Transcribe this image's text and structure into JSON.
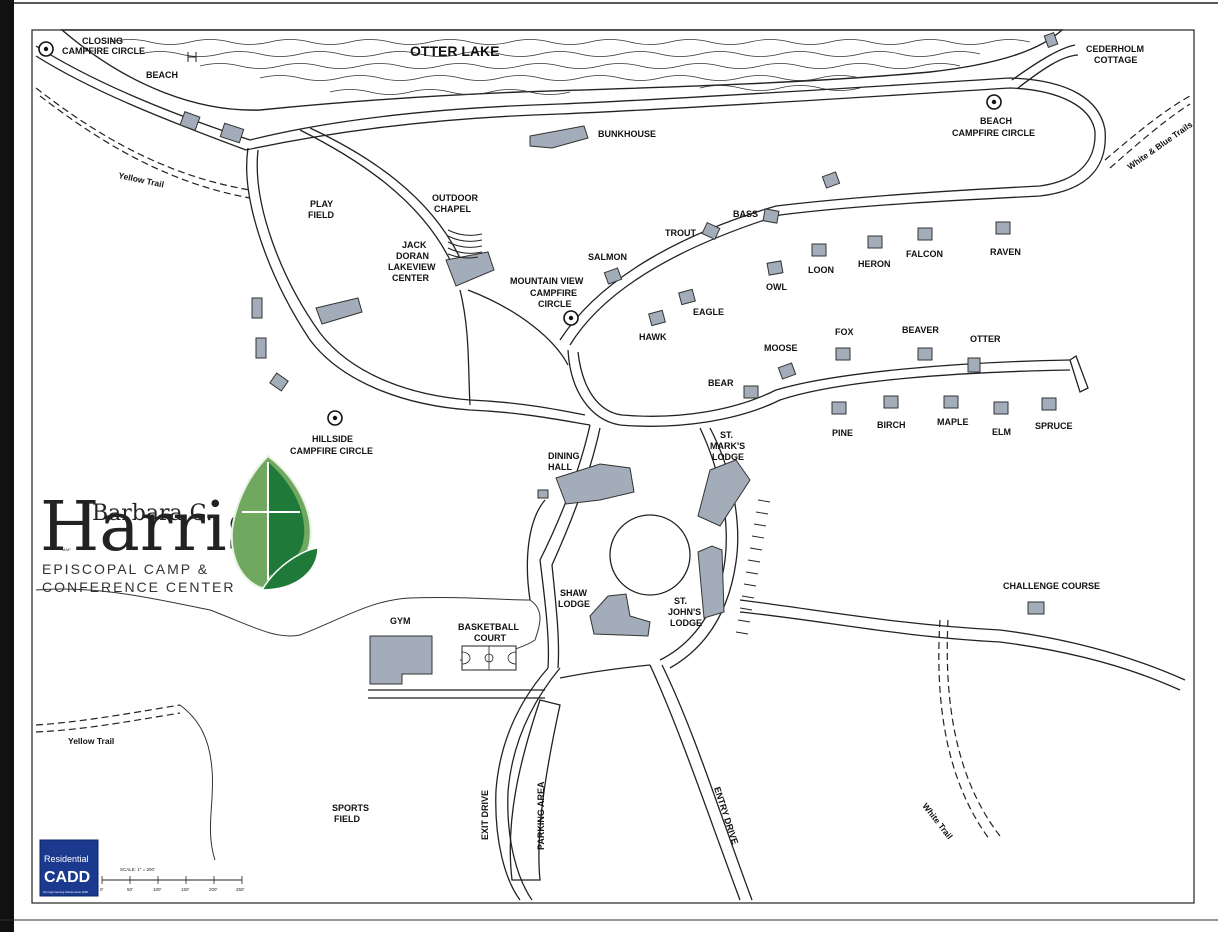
{
  "lake": {
    "name": "OTTER LAKE"
  },
  "labels": {
    "closing_campfire": [
      "CLOSING",
      "CAMPFIRE CIRCLE"
    ],
    "beach": "BEACH",
    "cederholm": [
      "CEDERHOLM",
      "COTTAGE"
    ],
    "beach_campfire": [
      "BEACH",
      "CAMPFIRE CIRCLE"
    ],
    "bunkhouse": "BUNKHOUSE",
    "play_field": [
      "PLAY",
      "FIELD"
    ],
    "outdoor_chapel": [
      "OUTDOOR",
      "CHAPEL"
    ],
    "jack_doran": [
      "JACK",
      "DORAN",
      "LAKEVIEW",
      "CENTER"
    ],
    "mountain_view": [
      "MOUNTAIN VIEW",
      "CAMPFIRE",
      "CIRCLE"
    ],
    "hillside_campfire": [
      "HILLSIDE",
      "CAMPFIRE CIRCLE"
    ],
    "dining_hall": [
      "DINING",
      "HALL"
    ],
    "st_marks": [
      "ST.",
      "MARK'S",
      "LODGE"
    ],
    "st_johns": [
      "ST.",
      "JOHN'S",
      "LODGE"
    ],
    "shaw_lodge": [
      "SHAW",
      "LODGE"
    ],
    "gym": "GYM",
    "basketball": [
      "BASKETBALL",
      "COURT"
    ],
    "challenge_course": "CHALLENGE COURSE",
    "sports_field": [
      "SPORTS",
      "FIELD"
    ],
    "exit_drive": "EXIT DRIVE",
    "parking_area": "PARKING AREA",
    "entry_drive": "ENTRY DRIVE"
  },
  "cabins": {
    "salmon": "SALMON",
    "trout": "TROUT",
    "bass": "BASS",
    "eagle": "EAGLE",
    "hawk": "HAWK",
    "owl": "OWL",
    "loon": "LOON",
    "heron": "HERON",
    "falcon": "FALCON",
    "raven": "RAVEN",
    "moose": "MOOSE",
    "fox": "FOX",
    "beaver": "BEAVER",
    "otter": "OTTER",
    "bear": "BEAR",
    "pine": "PINE",
    "birch": "BIRCH",
    "maple": "MAPLE",
    "elm": "ELM",
    "spruce": "SPRUCE"
  },
  "trails": {
    "yellow_top": "Yellow Trail",
    "yellow_bottom": "Yellow Trail",
    "white_blue": "White & Blue Trails",
    "white": "White Trail"
  },
  "logo": {
    "line1": "Barbara C.",
    "big": "Harris",
    "map_tag": "MAP",
    "sub1": "EPISCOPAL CAMP &",
    "sub2": "CONFERENCE CENTER"
  },
  "badge": {
    "line1": "Residential",
    "line2": "CADD",
    "tag": "Our logo! serving Clients since 2000"
  },
  "scale": {
    "label": "SCALE: 1\" = 200'",
    "ticks": [
      "0'",
      "50'",
      "100'",
      "150'",
      "200'",
      "250'"
    ]
  },
  "colors": {
    "building": "#a3adb9",
    "leaf_light": "#6fa85e",
    "leaf_dark": "#1f7a3a",
    "badge_blue": "#1b3a8f"
  }
}
